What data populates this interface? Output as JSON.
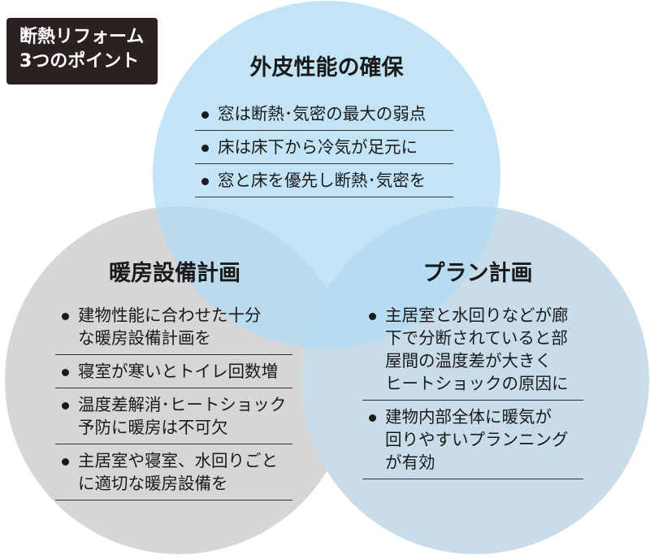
{
  "tag": {
    "lines": [
      "断熱リフォーム",
      "3つのポイント"
    ]
  },
  "circles": {
    "top": {
      "title": "外皮性能の確保",
      "color": "#b2ddf3",
      "items": [
        {
          "lines": [
            "窓は断熱･気密の最大の弱点"
          ]
        },
        {
          "lines": [
            "床は床下から冷気が足元に"
          ]
        },
        {
          "lines": [
            "窓と床を優先し断熱･気密を"
          ]
        }
      ]
    },
    "left": {
      "title": "暖房設備計画",
      "color": "#d6d6d6",
      "items": [
        {
          "lines": [
            "建物性能に合わせた十分",
            "な暖房設備計画を"
          ]
        },
        {
          "lines": [
            "寝室が寒いとトイレ回数増"
          ]
        },
        {
          "lines": [
            "温度差解消･ヒートショック",
            "予防に暖房は不可欠"
          ]
        },
        {
          "lines": [
            "主居室や寝室、水回りごと",
            "に適切な暖房設備を"
          ]
        }
      ]
    },
    "right": {
      "title": "プラン計画",
      "color": "#c9dcea",
      "items": [
        {
          "lines": [
            "主居室と水回りなどが廊",
            "下で分断されていると部",
            "屋間の温度差が大きく",
            "ヒートショックの原因に"
          ]
        },
        {
          "lines": [
            "建物内部全体に暖気が",
            "回りやすいプランニング",
            "が有効"
          ]
        }
      ]
    }
  }
}
